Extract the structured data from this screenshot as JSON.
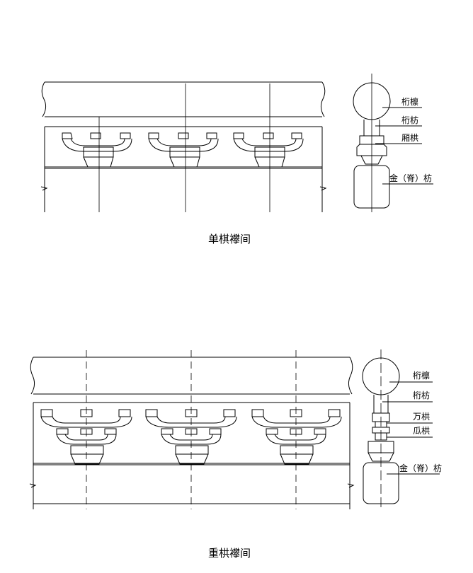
{
  "figures": [
    {
      "caption": "单棋襻间",
      "labels": [
        "桁檩",
        "桁枋",
        "厢栱",
        "金（脊）枋"
      ]
    },
    {
      "caption": "重栱襻间",
      "labels": [
        "桁檩",
        "桁枋",
        "万栱",
        "瓜栱",
        "金（脊）枋"
      ]
    }
  ],
  "colors": {
    "line": "#000000",
    "background": "#ffffff"
  }
}
